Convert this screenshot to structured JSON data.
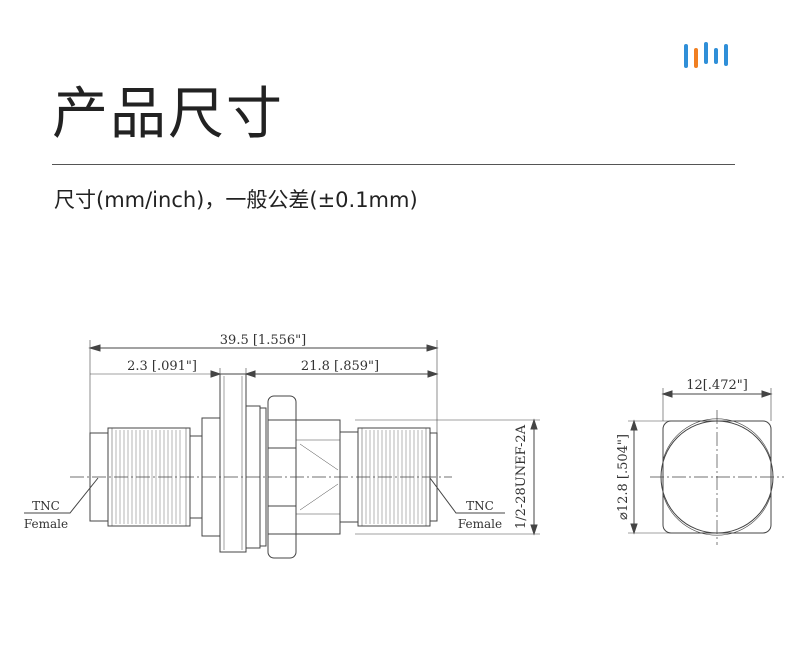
{
  "header": {
    "title": "产品尺寸",
    "subtitle": "尺寸(mm/inch)，一般公差(±0.1mm)"
  },
  "brand": {
    "logo_colors": [
      "#2f8fd8",
      "#f07f22",
      "#2f8fd8",
      "#2f8fd8",
      "#2f8fd8"
    ]
  },
  "drawing": {
    "dim_overall": "39.5 [1.556\"]",
    "dim_flange": "2.3 [.091\"]",
    "dim_right": "21.8 [.859\"]",
    "thread": "1/2-28UNEF-2A",
    "left_label_top": "TNC",
    "left_label_bottom": "Female",
    "right_label_top": "TNC",
    "right_label_bottom": "Female",
    "dim_hex": "12[.472\"]",
    "dim_diameter": "⌀12.8 [.504\"]"
  }
}
